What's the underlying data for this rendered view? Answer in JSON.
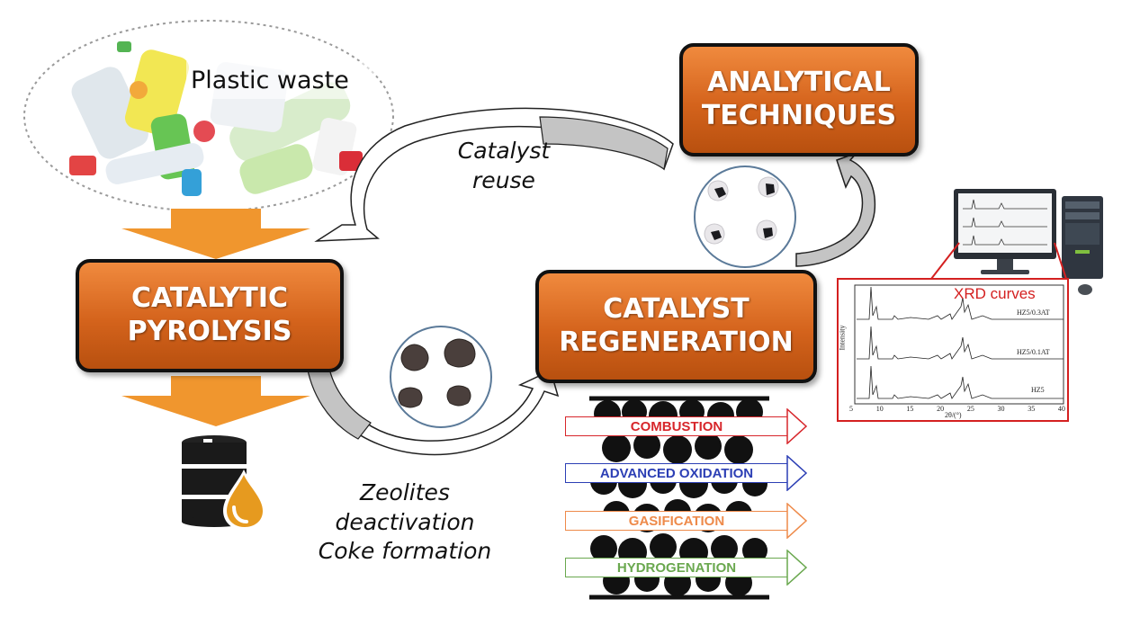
{
  "labels": {
    "plastic_waste": "Plastic waste",
    "catalyst_reuse_line1": "Catalyst",
    "catalyst_reuse_line2": "reuse",
    "zeolites_line1": "Zeolites",
    "zeolites_line2": "deactivation",
    "zeolites_line3": "Coke formation",
    "xrd_curves": "XRD curves"
  },
  "boxes": {
    "analytical": [
      "ANALYTICAL",
      "TECHNIQUES"
    ],
    "pyrolysis": [
      "CATALYTIC",
      "PYROLYSIS"
    ],
    "regeneration": [
      "CATALYST",
      "REGENERATION"
    ]
  },
  "regeneration_methods": [
    {
      "label": "COMBUSTION",
      "color": "#d7262b"
    },
    {
      "label": "ADVANCED OXIDATION",
      "color": "#2c3fb5"
    },
    {
      "label": "GASIFICATION",
      "color": "#ee8a4a"
    },
    {
      "label": "HYDROGENATION",
      "color": "#6aa84f"
    }
  ],
  "xrd_chart": {
    "curve_labels": [
      "HZ5/0.3AT",
      "HZ5/0.1AT",
      "HZ5"
    ],
    "ylabel": "Intensity",
    "xlabel": "2θ/(°)",
    "xticks": [
      "5",
      "10",
      "15",
      "20",
      "25",
      "30",
      "35",
      "40"
    ]
  },
  "colors": {
    "box_orange": "#d4631c",
    "arrow_orange": "#f0962e",
    "callout_red": "#d42020",
    "gray_arrow": "#c4c4c4"
  }
}
